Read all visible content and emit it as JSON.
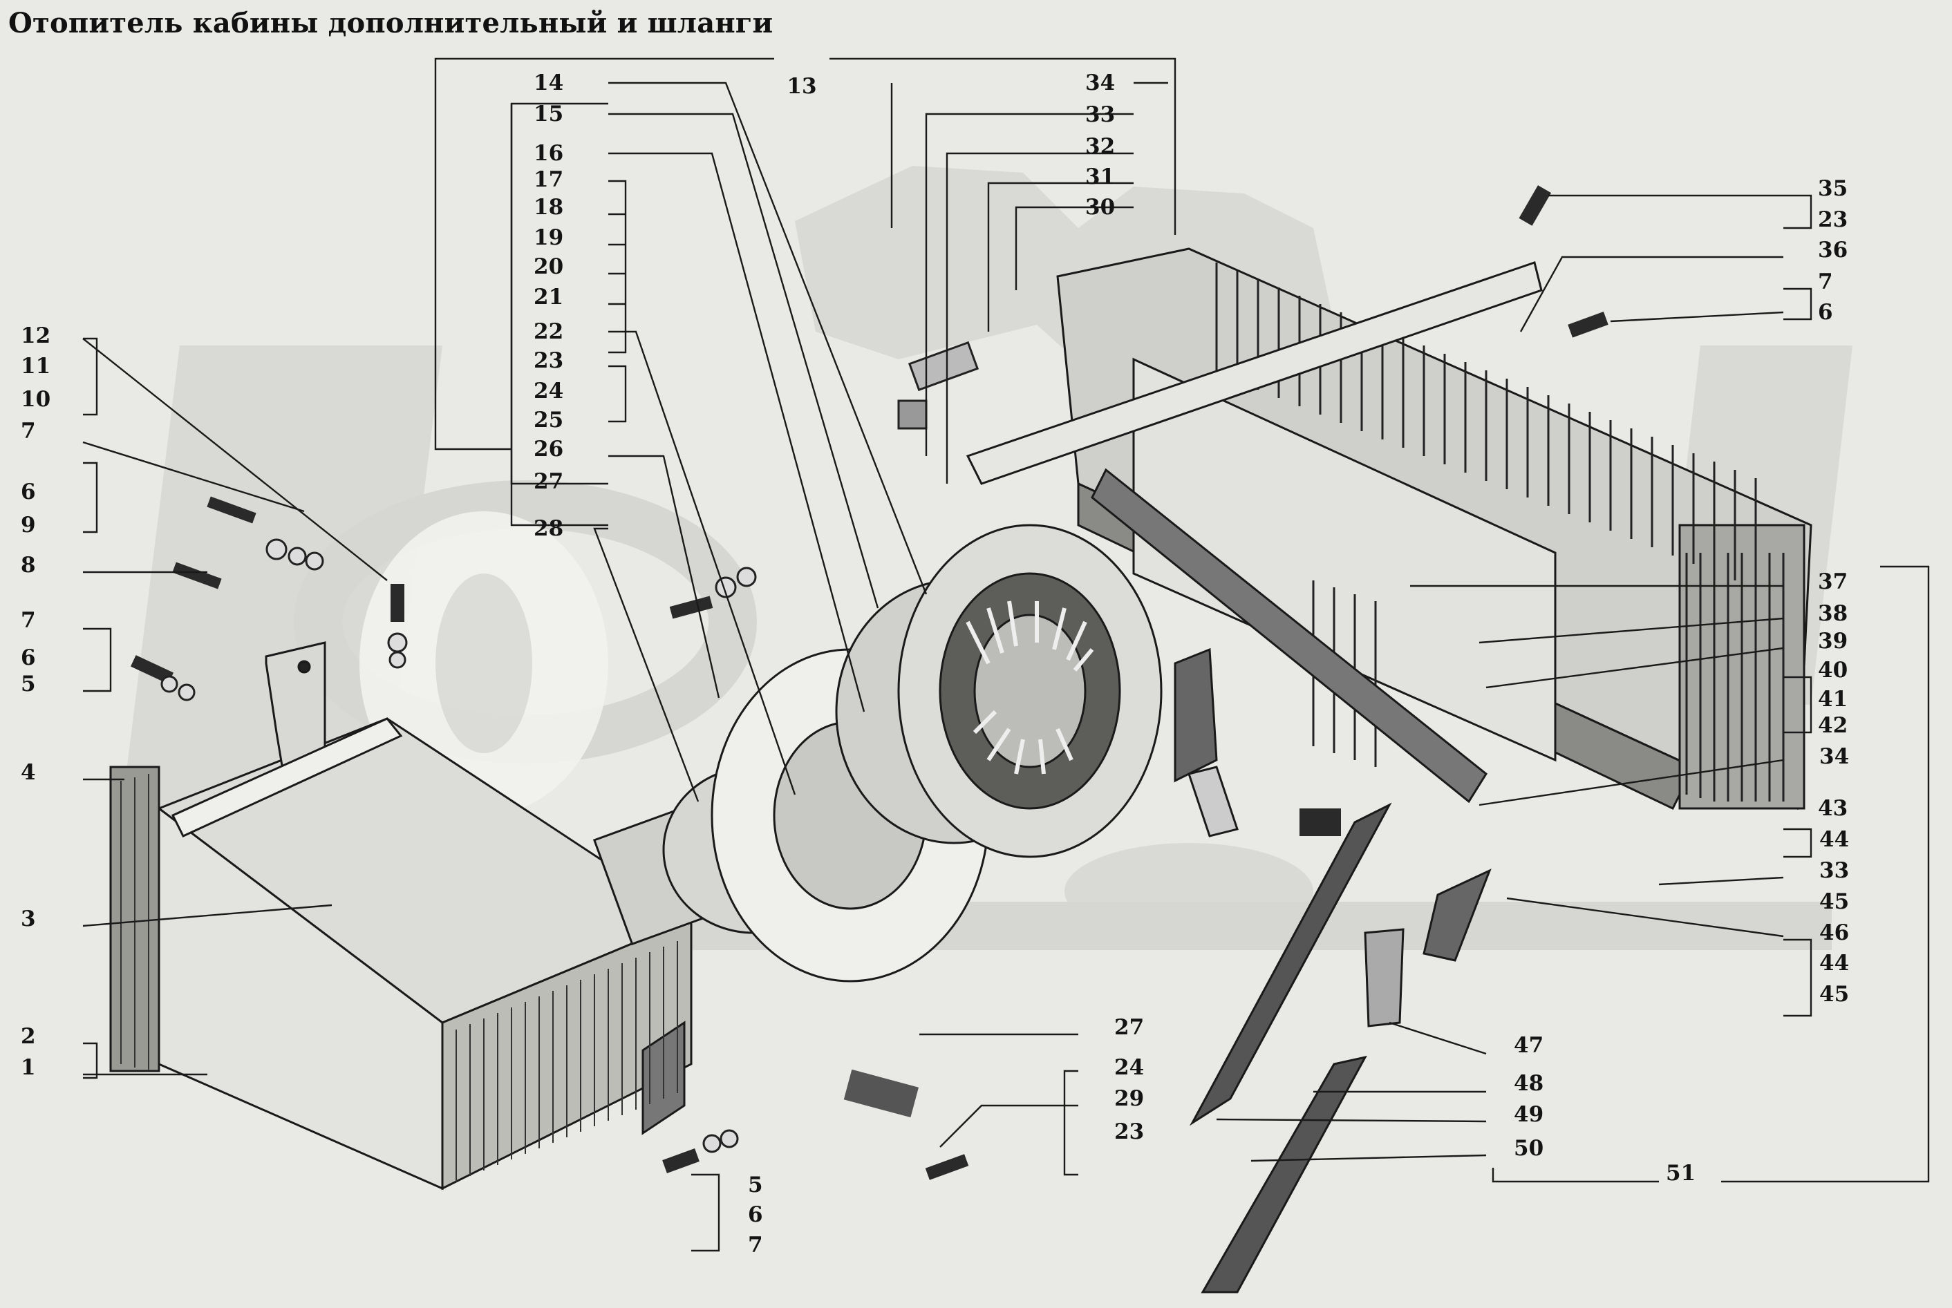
{
  "title": "Отопитель кабины дополнительный и шланги",
  "colors": {
    "background": "#e9e9e5",
    "ink": "#141414",
    "watermark": "#d3d3cf",
    "panel": "#d9d9d5"
  },
  "icons": {
    "watermark": "gear-logo-watermark"
  },
  "callouts": [
    "1",
    "2",
    "3",
    "4",
    "5",
    "6",
    "7",
    "8",
    "9",
    "10",
    "11",
    "12",
    "13",
    "14",
    "15",
    "16",
    "17",
    "18",
    "19",
    "20",
    "21",
    "22",
    "23",
    "24",
    "25",
    "26",
    "27",
    "28",
    "29",
    "30",
    "31",
    "32",
    "33",
    "34",
    "35",
    "36",
    "37",
    "38",
    "39",
    "40",
    "41",
    "42",
    "43",
    "44",
    "45",
    "46",
    "47",
    "48",
    "49",
    "50",
    "51"
  ]
}
